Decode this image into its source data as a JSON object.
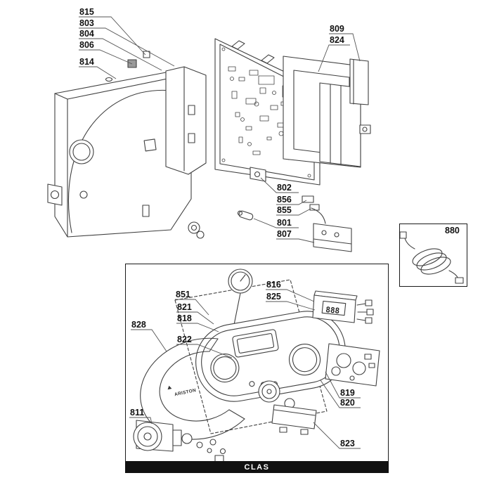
{
  "diagram": {
    "caption": "CLAS",
    "brand": "ARISTON",
    "display_value": "888",
    "inset_label": "880"
  },
  "labels": {
    "815": "815",
    "803": "803",
    "804": "804",
    "806": "806",
    "814": "814",
    "809": "809",
    "824": "824",
    "802": "802",
    "856": "856",
    "855": "855",
    "801": "801",
    "807": "807",
    "880": "880",
    "851": "851",
    "816": "816",
    "825": "825",
    "821": "821",
    "818": "818",
    "828": "828",
    "822": "822",
    "819": "819",
    "820": "820",
    "811": "811",
    "823": "823"
  },
  "colors": {
    "line": "#404040",
    "leader": "#555555",
    "label_text": "#111111",
    "caption_bg": "#111111",
    "caption_text": "#ffffff"
  }
}
